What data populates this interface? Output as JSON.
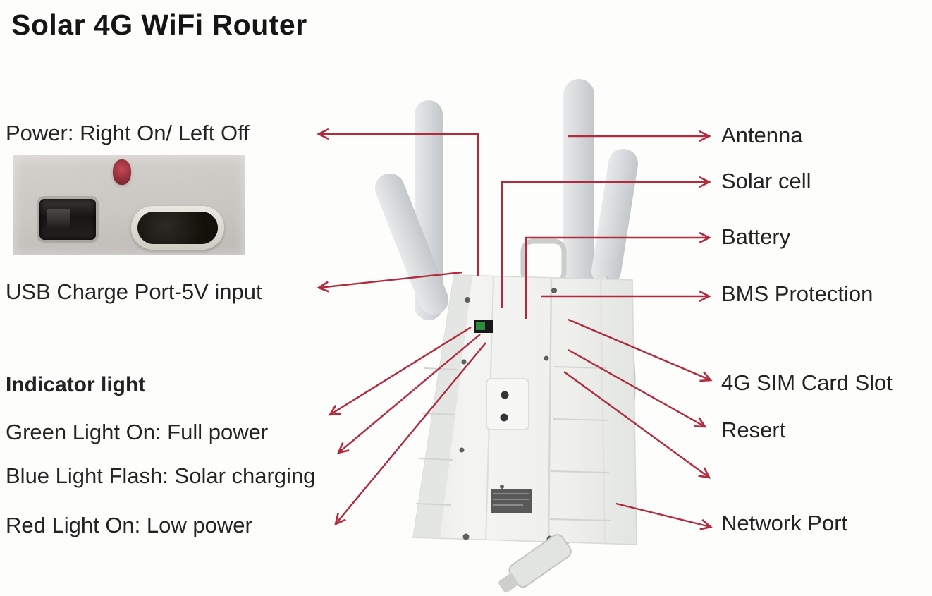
{
  "title": "Solar 4G WiFi Router",
  "colors": {
    "arrow": "#b12a3e",
    "text": "#232323",
    "device_body": "#f1f1ef"
  },
  "left": {
    "power_label": "Power: Right On/ Left Off",
    "usb_label": "USB Charge Port-5V input",
    "indicator_heading": "Indicator light",
    "indicator_lines": [
      "Green Light On: Full power",
      "Blue Light Flash: Solar charging",
      "Red Light On: Low power"
    ]
  },
  "right": {
    "antenna": "Antenna",
    "solar_cell": "Solar cell",
    "battery": "Battery",
    "bms": "BMS Protection",
    "sim": "4G SIM Card Slot",
    "reset": "Resert",
    "network": "Network Port"
  }
}
